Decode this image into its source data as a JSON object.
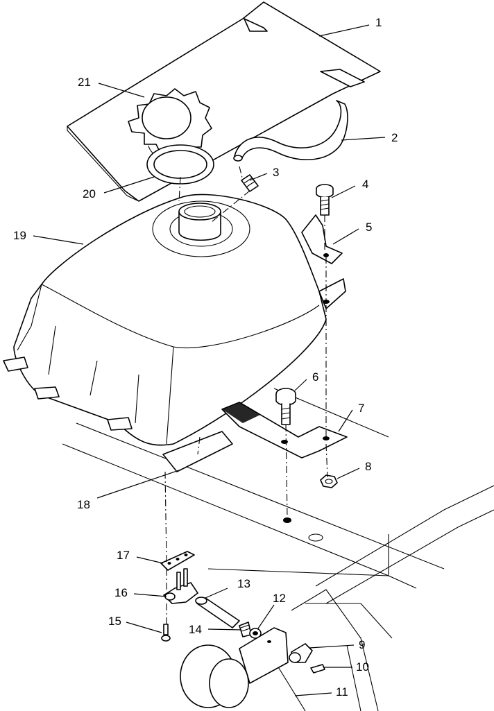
{
  "callouts": [
    {
      "number": "1",
      "part": "pad"
    },
    {
      "number": "2",
      "part": "vent-hose"
    },
    {
      "number": "3",
      "part": "vent-fitting"
    },
    {
      "number": "4",
      "part": "bolt"
    },
    {
      "number": "5",
      "part": "bracket"
    },
    {
      "number": "6",
      "part": "bolt"
    },
    {
      "number": "7",
      "part": "strap-bracket"
    },
    {
      "number": "8",
      "part": "nut"
    },
    {
      "number": "9",
      "part": "clip"
    },
    {
      "number": "10",
      "part": "screw"
    },
    {
      "number": "11",
      "part": "bracket"
    },
    {
      "number": "12",
      "part": "clamp"
    },
    {
      "number": "13",
      "part": "fuel-line"
    },
    {
      "number": "14",
      "part": "spring-clamp"
    },
    {
      "number": "15",
      "part": "screw"
    },
    {
      "number": "16",
      "part": "fuel-valve"
    },
    {
      "number": "17",
      "part": "plate"
    },
    {
      "number": "18",
      "part": "pad"
    },
    {
      "number": "19",
      "part": "fuel-tank"
    },
    {
      "number": "20",
      "part": "gasket"
    },
    {
      "number": "21",
      "part": "fuel-cap"
    }
  ]
}
